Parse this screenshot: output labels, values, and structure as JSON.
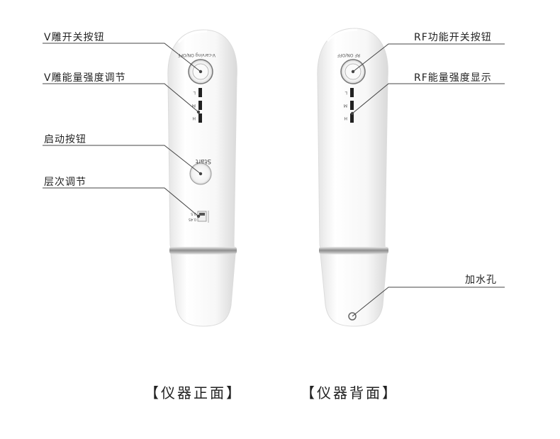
{
  "front": {
    "labels": {
      "v_switch": "V雕开关按钮",
      "v_energy": "V雕能量强度调节",
      "start_btn": "启动按钮",
      "layer": "层次调节"
    },
    "device_text": {
      "switch_text": "V-carving ON/OFF",
      "levels": [
        "L",
        "M",
        "H"
      ],
      "start": "Start",
      "layer_marks": [
        "0.5",
        "0.45"
      ]
    },
    "caption": "【仪器正面】"
  },
  "back": {
    "labels": {
      "rf_switch": "RF功能开关按钮",
      "rf_energy": "RF能量强度显示",
      "water": "加水孔"
    },
    "device_text": {
      "switch_text": "RF ON/OFF",
      "levels": [
        "L",
        "M",
        "H"
      ]
    },
    "caption": "【仪器背面】"
  },
  "colors": {
    "line": "#444444",
    "body": "#f4f4f4",
    "chrome": "#b9b9b9"
  }
}
